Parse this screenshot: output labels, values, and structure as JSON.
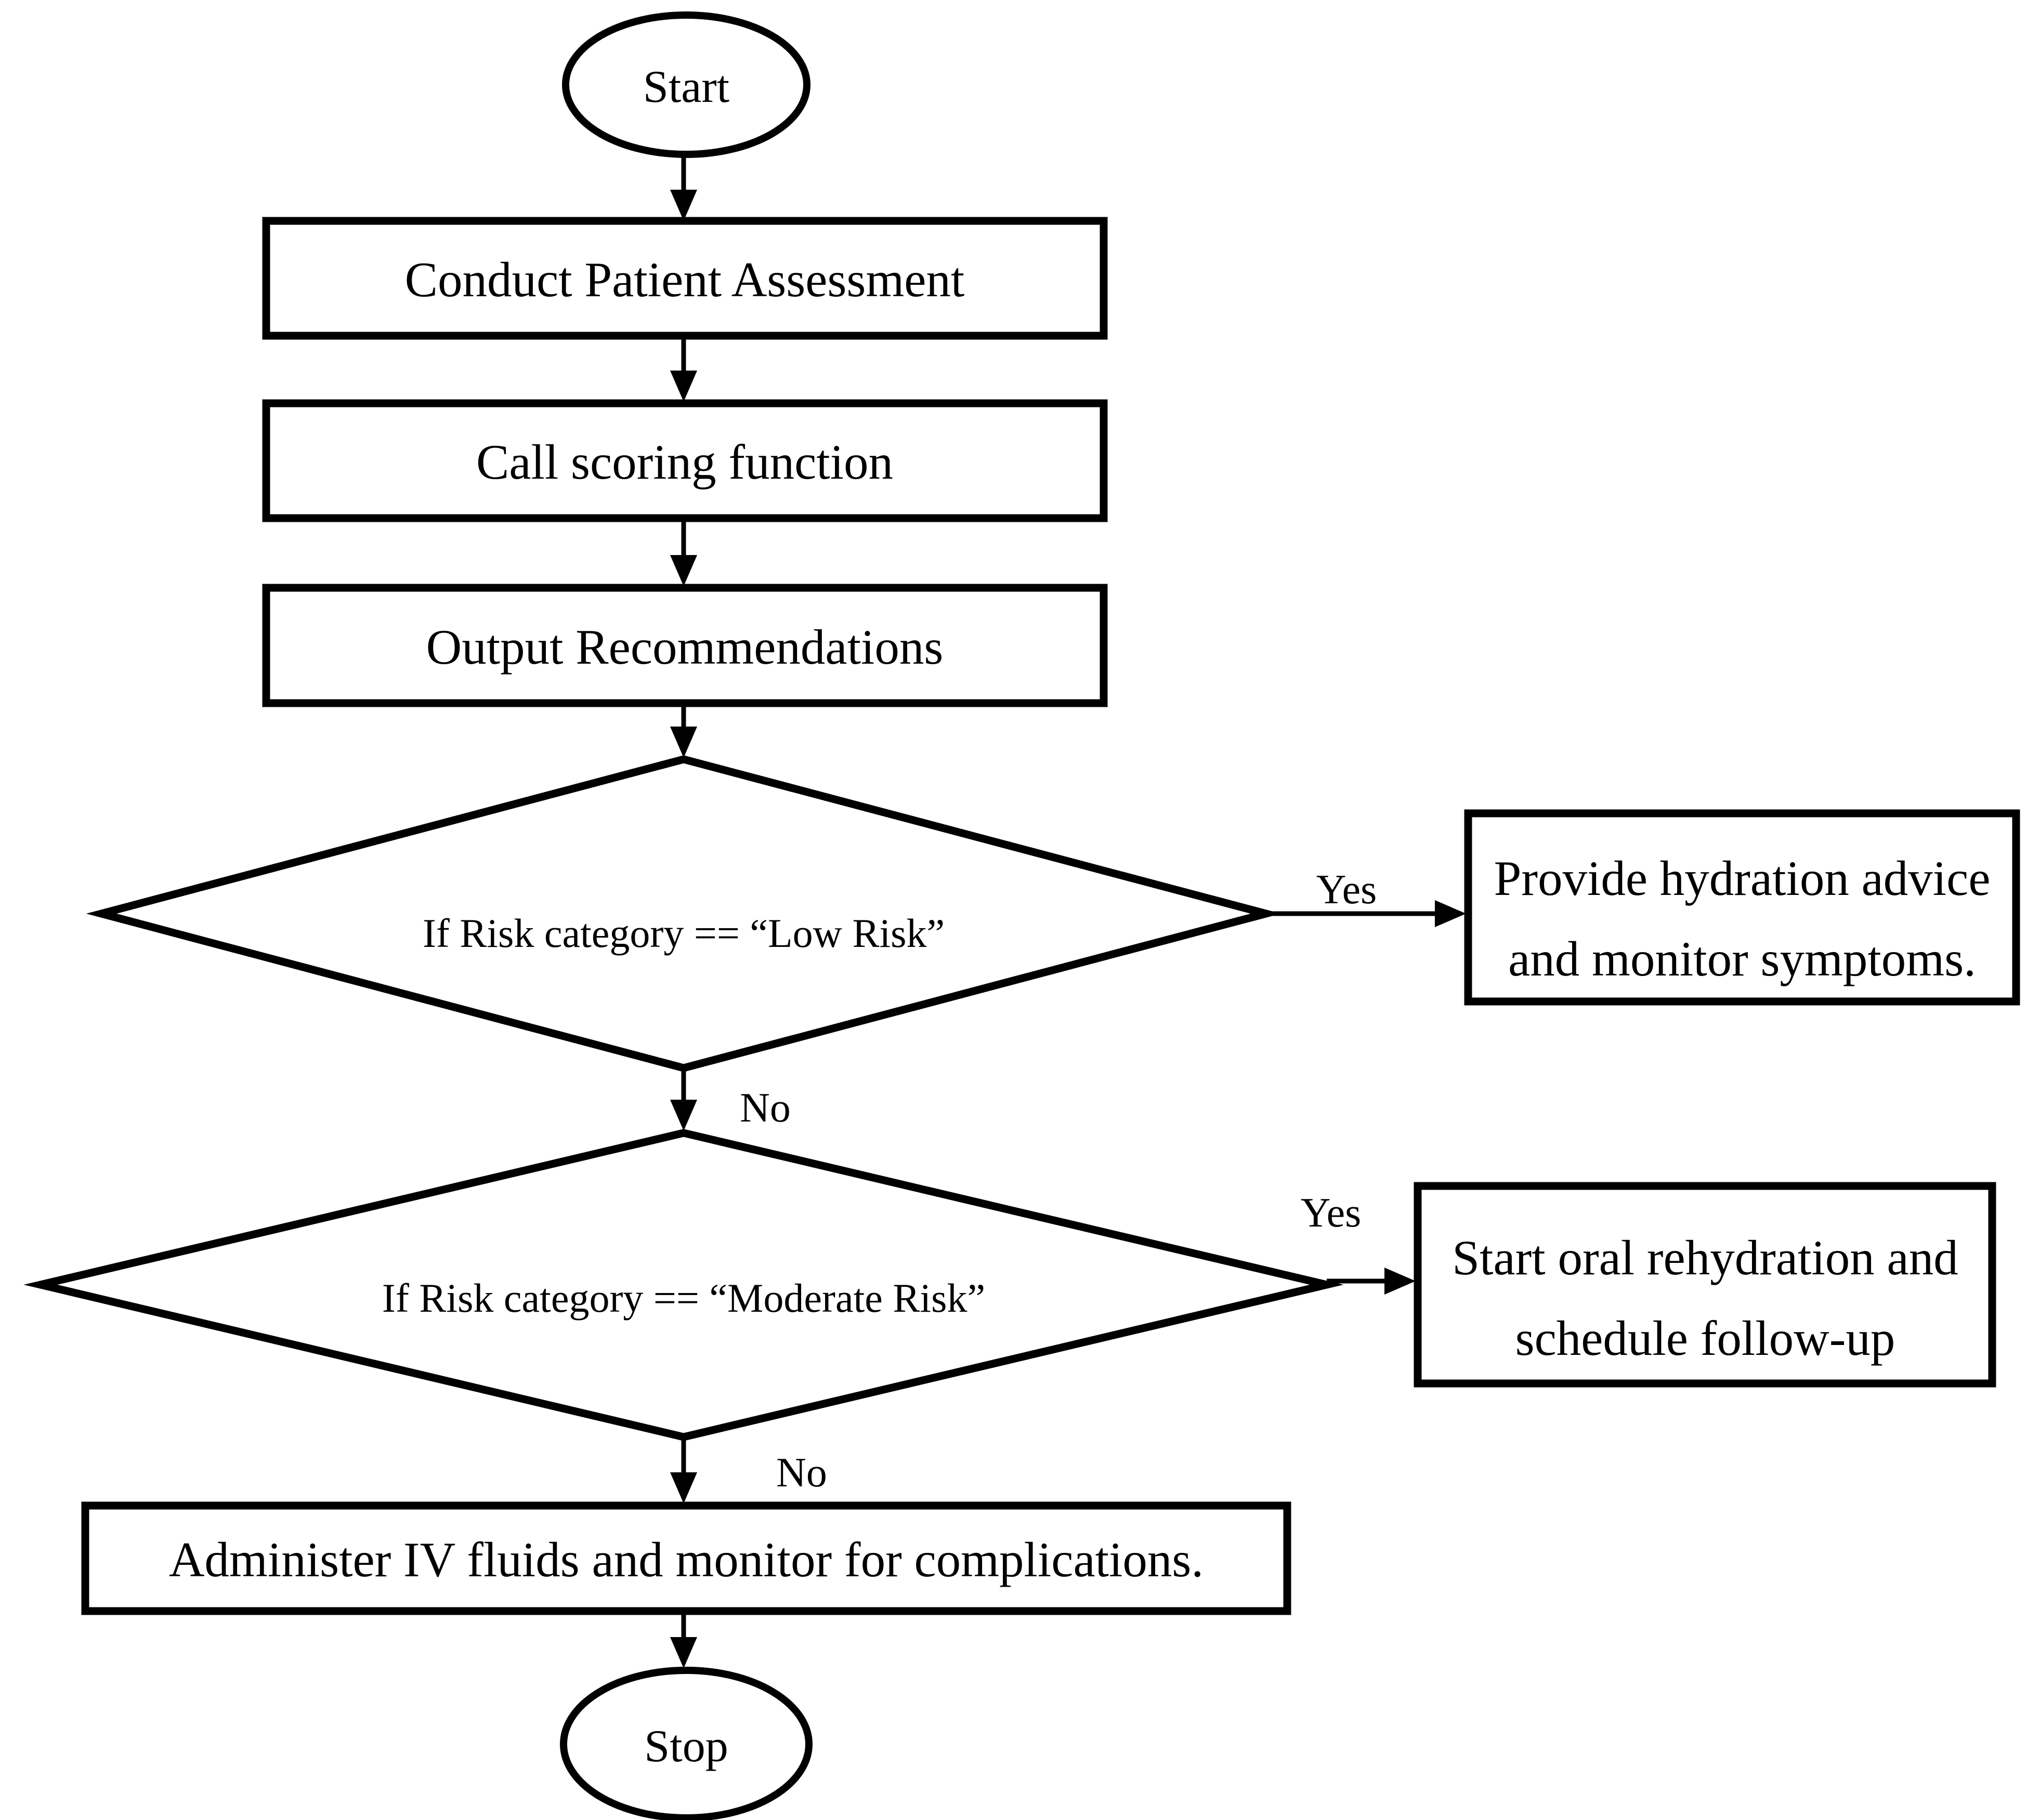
{
  "flowchart": {
    "start": {
      "label": "Start"
    },
    "process_assessment": {
      "label": "Conduct Patient Assessment"
    },
    "process_scoring": {
      "label": "Call scoring function"
    },
    "process_output": {
      "label": "Output Recommendations"
    },
    "decision_low": {
      "label": "If Risk category == “Low Risk”",
      "yes_label": "Yes",
      "no_label": "No"
    },
    "action_low": {
      "line1": "Provide hydration advice",
      "line2": "and monitor symptoms."
    },
    "decision_moderate": {
      "label": "If Risk category == “Moderate Risk”",
      "yes_label": "Yes",
      "no_label": "No"
    },
    "action_moderate": {
      "line1": "Start oral rehydration and",
      "line2": "schedule follow-up"
    },
    "action_high": {
      "label": "Administer IV fluids and monitor for complications."
    },
    "stop": {
      "label": "Stop"
    }
  },
  "colors": {
    "stroke": "#000000",
    "background": "#ffffff"
  }
}
